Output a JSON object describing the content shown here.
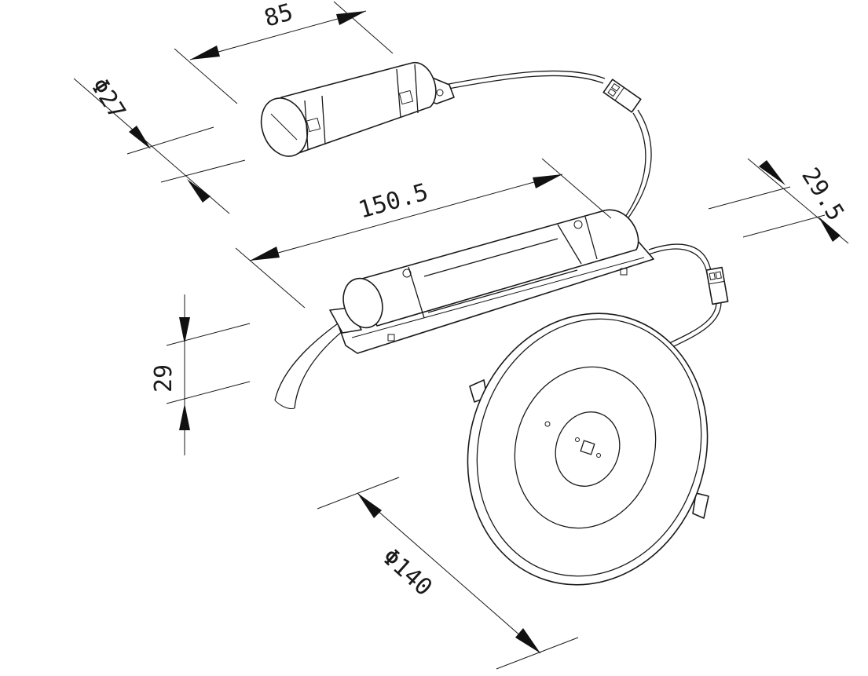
{
  "dimensions": {
    "battery_length": "85",
    "battery_diameter": "Φ27",
    "driver_length": "150.5",
    "driver_width": "29.5",
    "driver_height": "29",
    "lamp_diameter": "Φ140"
  },
  "colors": {
    "line": "#1a1a1a",
    "background": "#ffffff"
  }
}
